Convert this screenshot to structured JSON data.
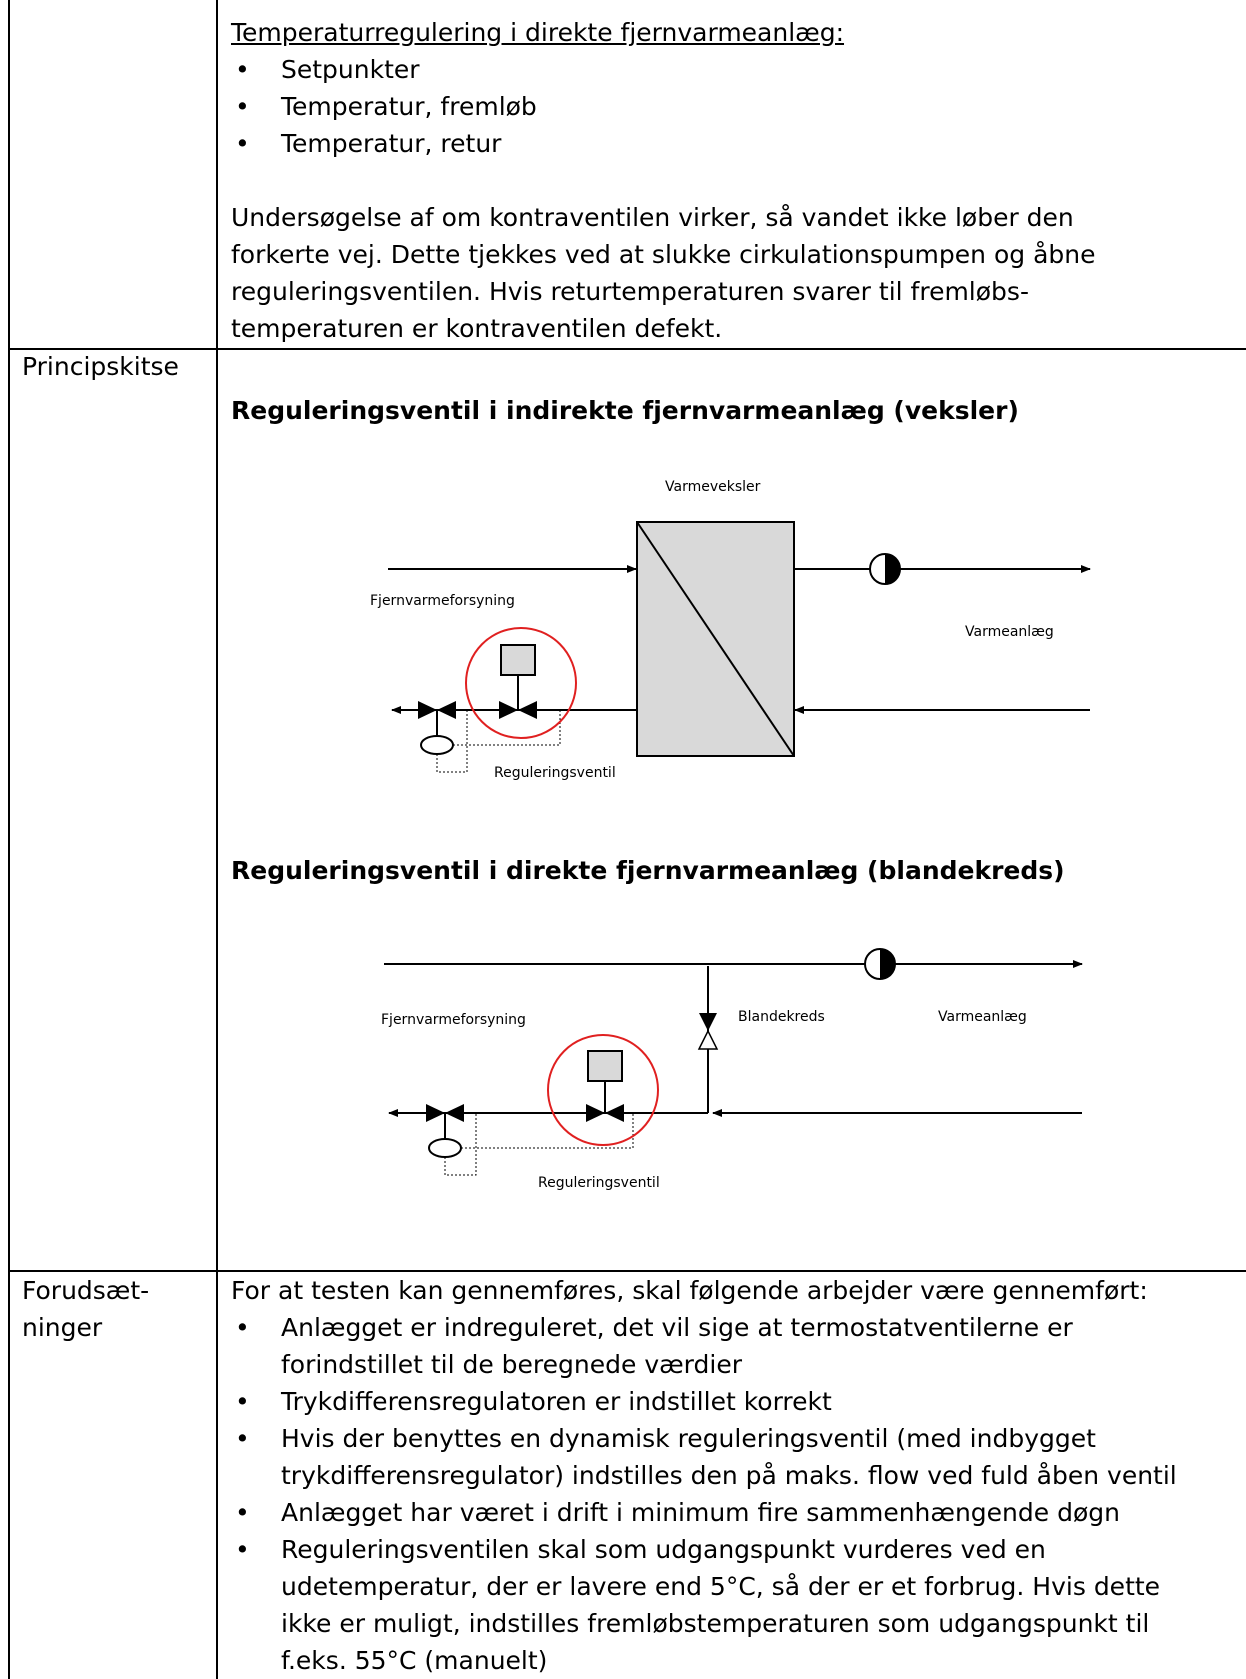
{
  "row1": {
    "heading": "Temperaturregulering i direkte fjernvarmeanlæg:",
    "bullets": [
      "Setpunkter",
      "Temperatur, fremløb",
      "Temperatur, retur"
    ],
    "paragraph_lines": [
      "Undersøgelse af om kontraventilen virker, så vandet ikke løber den",
      "forkerte vej. Dette tjekkes ved at slukke cirkulationspumpen og åbne",
      "reguleringsventilen. Hvis returtemperaturen svarer til fremløbs-",
      "temperaturen er kontraventilen defekt."
    ]
  },
  "row2": {
    "label": "Principskitse",
    "diagram1": {
      "title": "Reguleringsventil i indirekte fjernvarmeanlæg (veksler)",
      "exchanger_label": "Varmeveksler",
      "supply_label": "Fjernvarmeforsyning",
      "heating_label": "Varmeanlæg",
      "valve_label": "Reguleringsventil"
    },
    "diagram2": {
      "title": "Reguleringsventil i direkte fjernvarmeanlæg (blandekreds)",
      "supply_label": "Fjernvarmeforsyning",
      "mixing_label": "Blandekreds",
      "heating_label": "Varmeanlæg",
      "valve_label": "Reguleringsventil"
    }
  },
  "row3": {
    "label_lines": [
      "Forudsæt-",
      "ninger"
    ],
    "intro": "For at testen kan gennemføres, skal følgende arbejder være gennemført:",
    "bullets": [
      [
        "Anlægget er indreguleret, det vil sige at termostatventilerne er",
        "forindstillet til de beregnede værdier"
      ],
      [
        "Trykdifferensregulatoren er indstillet korrekt"
      ],
      [
        "Hvis der benyttes en dynamisk reguleringsventil (med indbygget",
        "trykdifferensregulator) indstilles den på maks. flow ved fuld åben ventil"
      ],
      [
        "Anlægget har været i drift i minimum fire sammenhængende døgn"
      ],
      [
        "Reguleringsventilen skal som udgangspunkt vurderes ved en",
        "udetemperatur, der er lavere end 5°C, så der er et forbrug. Hvis dette",
        "ikke er muligt, indstilles fremløbstemperaturen som udgangspunkt til",
        "f.eks. 55°C (manuelt)"
      ]
    ]
  }
}
